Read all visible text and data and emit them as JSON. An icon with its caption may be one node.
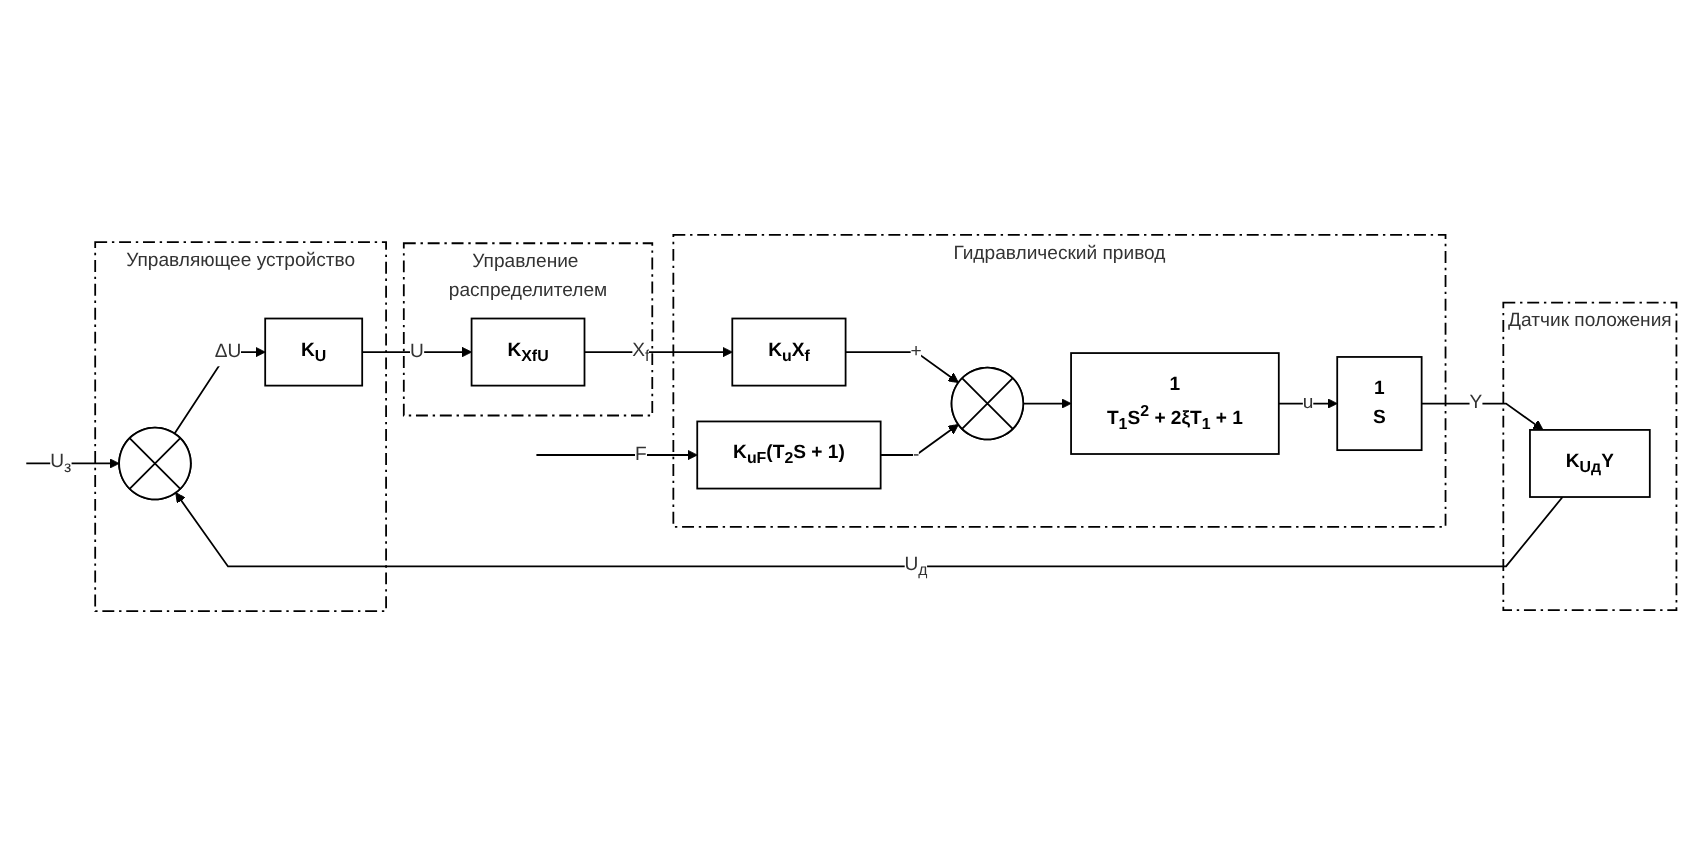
{
  "diagram": {
    "nodes": [
      {
        "text": [
          "Управляющее устройство"
        ]
      },
      {
        "text": [],
        "shape": "circle",
        "in": 0
      },
      {
        "text": [
          "K$_{U}$"
        ],
        "in": 0
      },
      {
        "text": [
          "Управление распределителем"
        ]
      },
      {
        "text": [
          "K$_{XfU}$"
        ],
        "in": 3
      },
      {
        "text": [
          "Гидравлический привод"
        ]
      },
      {
        "text": [
          "K$_{u}$X$_{f}$"
        ],
        "in": 5
      },
      {
        "text": [],
        "shape": "circle",
        "in": 5
      },
      {
        "text": [
          "1",
          "T$_{1}$S$^{2}$ + 2ξT$_{1}$ + 1"
        ],
        "in": 5
      },
      {
        "text": [
          "1",
          "S"
        ],
        "in": 5
      },
      {
        "text": [
          "K$_{uF}$(T$_{2}$S + 1)"
        ],
        "in": 5
      },
      {
        "text": [
          "Датчик положения"
        ]
      },
      {
        "text": [
          "K$_{Uд}$Y"
        ],
        "in": 11
      }
    ],
    "edges": [
      {
        "from": null,
        "to": 1,
        "arrow": "to",
        "label": "U$_{з}$"
      },
      {
        "from": 1,
        "to": 2,
        "arrow": "to",
        "label": "ΔU"
      },
      {
        "from": 2,
        "to": 4,
        "arrow": "to",
        "label": "U"
      },
      {
        "from": 4,
        "to": 6,
        "arrow": "to",
        "label": "X$_{f}$"
      },
      {
        "from": 6,
        "to": 7,
        "arrow": "to",
        "label": "+"
      },
      {
        "from": 7,
        "to": 8,
        "arrow": "to"
      },
      {
        "from": 8,
        "to": 9,
        "arrow": "to",
        "label": "u"
      },
      {
        "from": null,
        "to": 10,
        "arrow": "to",
        "label": "F"
      },
      {
        "from": 10,
        "to": 7,
        "arrow": "to",
        "label": "-"
      },
      {
        "from": 9,
        "to": 12,
        "arrow": "to",
        "label": "Y"
      },
      {
        "from": 12,
        "to": 1,
        "arrow": "to",
        "label": "U$_{д}$"
      }
    ]
  }
}
